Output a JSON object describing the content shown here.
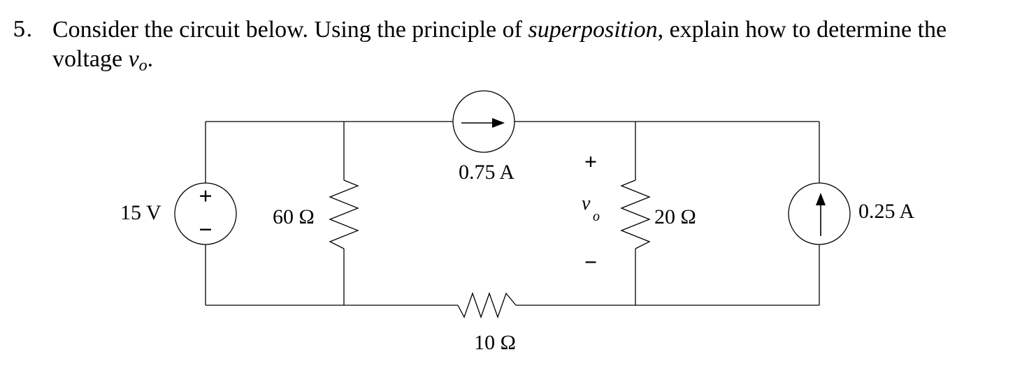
{
  "question": {
    "number": "5.",
    "line1_prefix": "Consider the circuit below. Using the principle of ",
    "line1_emphasis": "superposition",
    "line1_suffix": ", explain how to determine the",
    "line2_prefix": "voltage ",
    "line2_var": "v",
    "line2_sub": "o",
    "line2_suffix": "."
  },
  "circuit": {
    "voltage_source": {
      "label": "15 V",
      "plus": "+",
      "minus": "−"
    },
    "resistor_60": {
      "label": "60 Ω"
    },
    "current_source_top": {
      "label": "0.75 A"
    },
    "output_voltage": {
      "plus": "+",
      "var": "v",
      "sub": "o",
      "minus": "−"
    },
    "resistor_20": {
      "label": "20 Ω"
    },
    "current_source_right": {
      "label": "0.25 A"
    },
    "resistor_10": {
      "label": "10 Ω"
    }
  }
}
